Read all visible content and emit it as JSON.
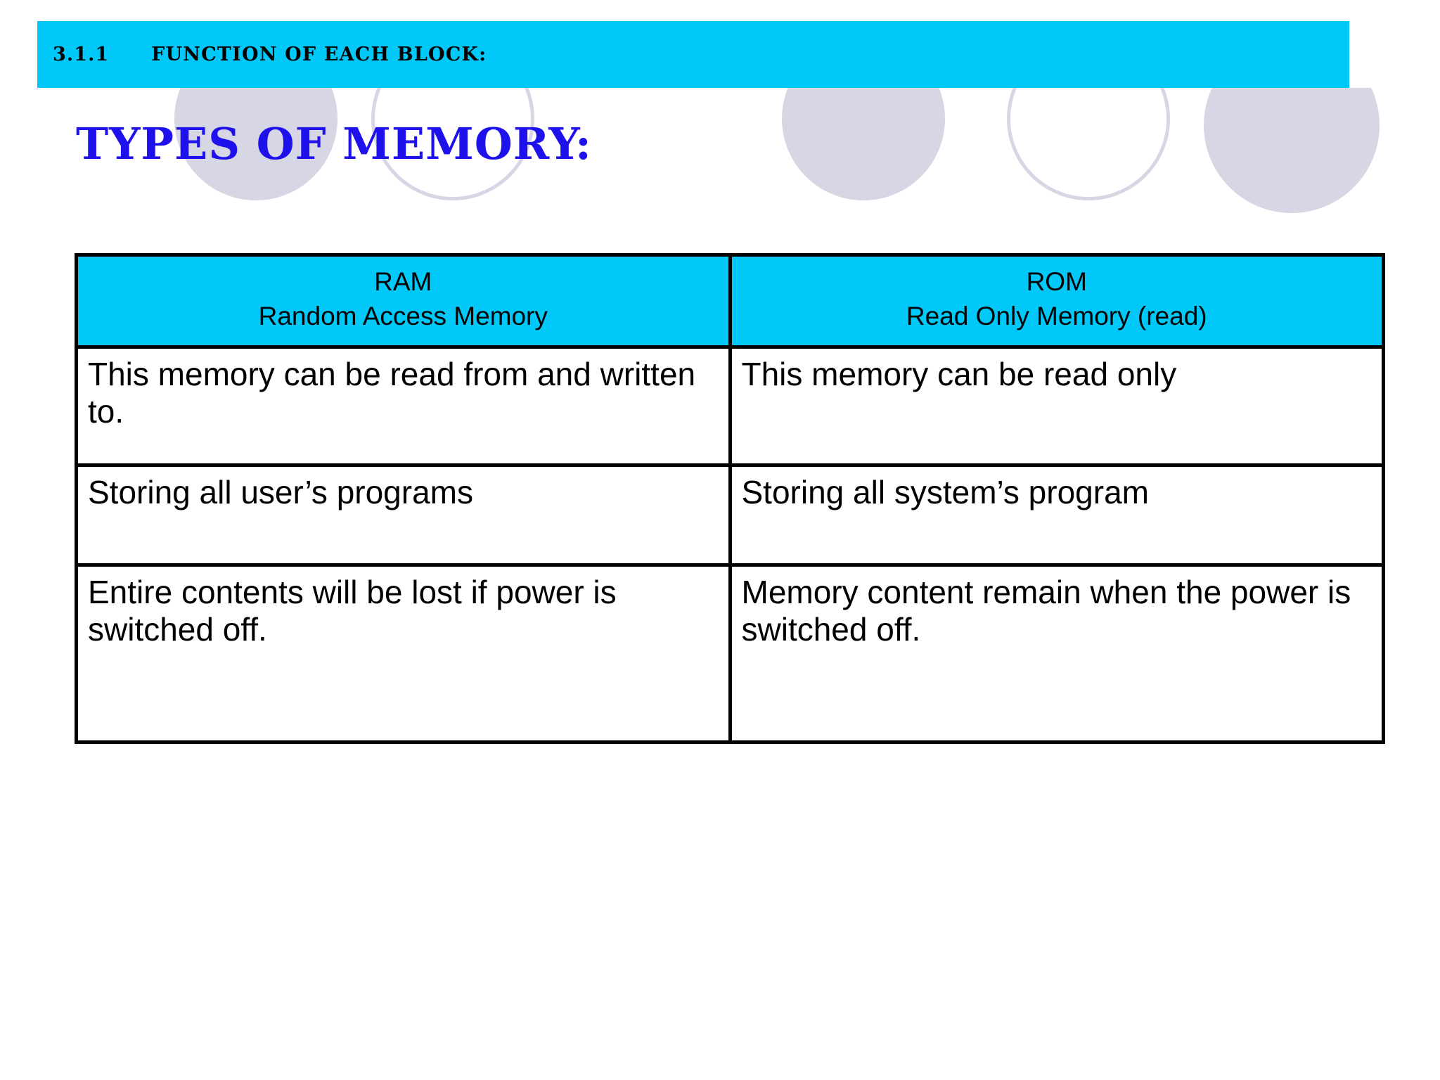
{
  "slide": {
    "banner": {
      "number": "3.1.1",
      "heading": "FUNCTION OF EACH BLOCK:",
      "background_color": "#00c9fa"
    },
    "title": {
      "text": "TYPES OF MEMORY:",
      "color": "#1f11ec"
    },
    "decoration": {
      "circle_fill_color": "#d7d6e5",
      "circle_outline_color": "#d7d6e5"
    }
  },
  "table": {
    "border_color": "#000000",
    "header_background": "#00c9fa",
    "columns": [
      {
        "abbr": "RAM",
        "full": "Random Access Memory"
      },
      {
        "abbr": "ROM",
        "full": "Read Only Memory (read)"
      }
    ],
    "rows": [
      {
        "ram": "This memory can be read from and written to.",
        "rom": "This memory can be read only"
      },
      {
        "ram": "Storing all user’s programs",
        "rom": "Storing all system’s program"
      },
      {
        "ram": "Entire contents will be lost if power is switched off.",
        "rom": "Memory content remain when the power is switched off."
      }
    ]
  }
}
